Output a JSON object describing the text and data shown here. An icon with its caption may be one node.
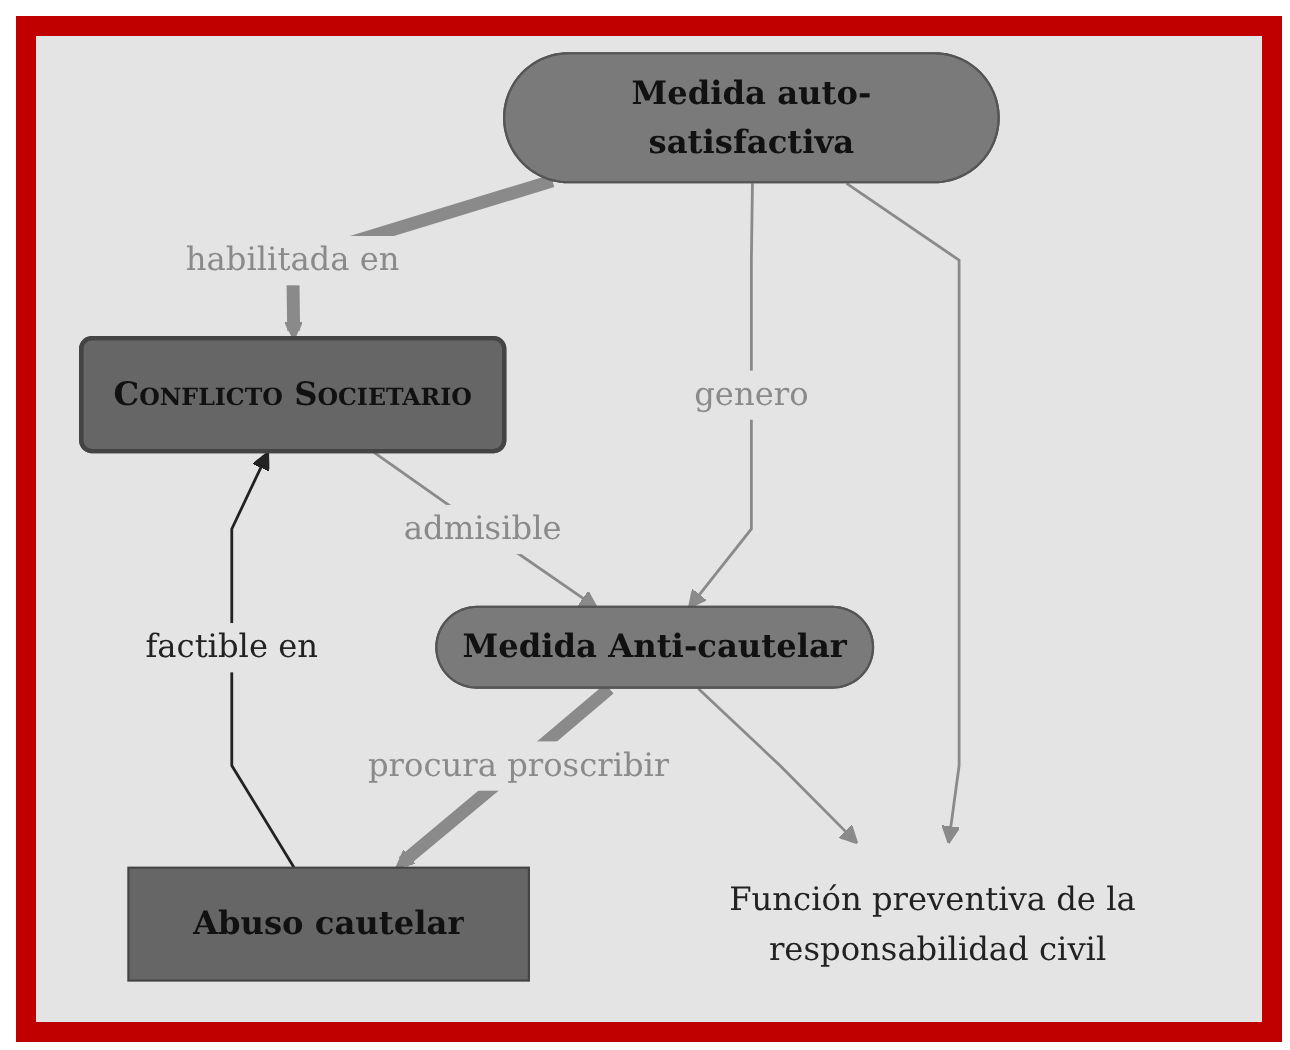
{
  "diagram": {
    "nodes": [
      {
        "text": [
          "Medida auto-satisfactiva"
        ]
      },
      {
        "text": [
          "Conflicto Societario"
        ]
      },
      {
        "text": [
          "Medida Anti-cautelar"
        ]
      },
      {
        "text": [
          "Abuso cautelar"
        ]
      },
      {
        "text": [
          "Función preventiva de la responsabilidad civil"
        ]
      }
    ],
    "edges": [
      {
        "from": 0,
        "to": 1,
        "arrow": "to",
        "label": "habilitada en",
        "style": "thick"
      },
      {
        "from": 0,
        "to": 2,
        "arrow": "to",
        "label": "genero"
      },
      {
        "from": 1,
        "to": 2,
        "arrow": "to",
        "label": "admisible"
      },
      {
        "from": 2,
        "to": 3,
        "arrow": "to",
        "label": "procura proscribir",
        "style": "thick"
      },
      {
        "from": 3,
        "to": 1,
        "arrow": "to",
        "label": "factible en",
        "color": "#222222"
      },
      {
        "from": 0,
        "to": 4,
        "arrow": "to"
      },
      {
        "from": 2,
        "to": 4,
        "arrow": "to"
      }
    ]
  }
}
